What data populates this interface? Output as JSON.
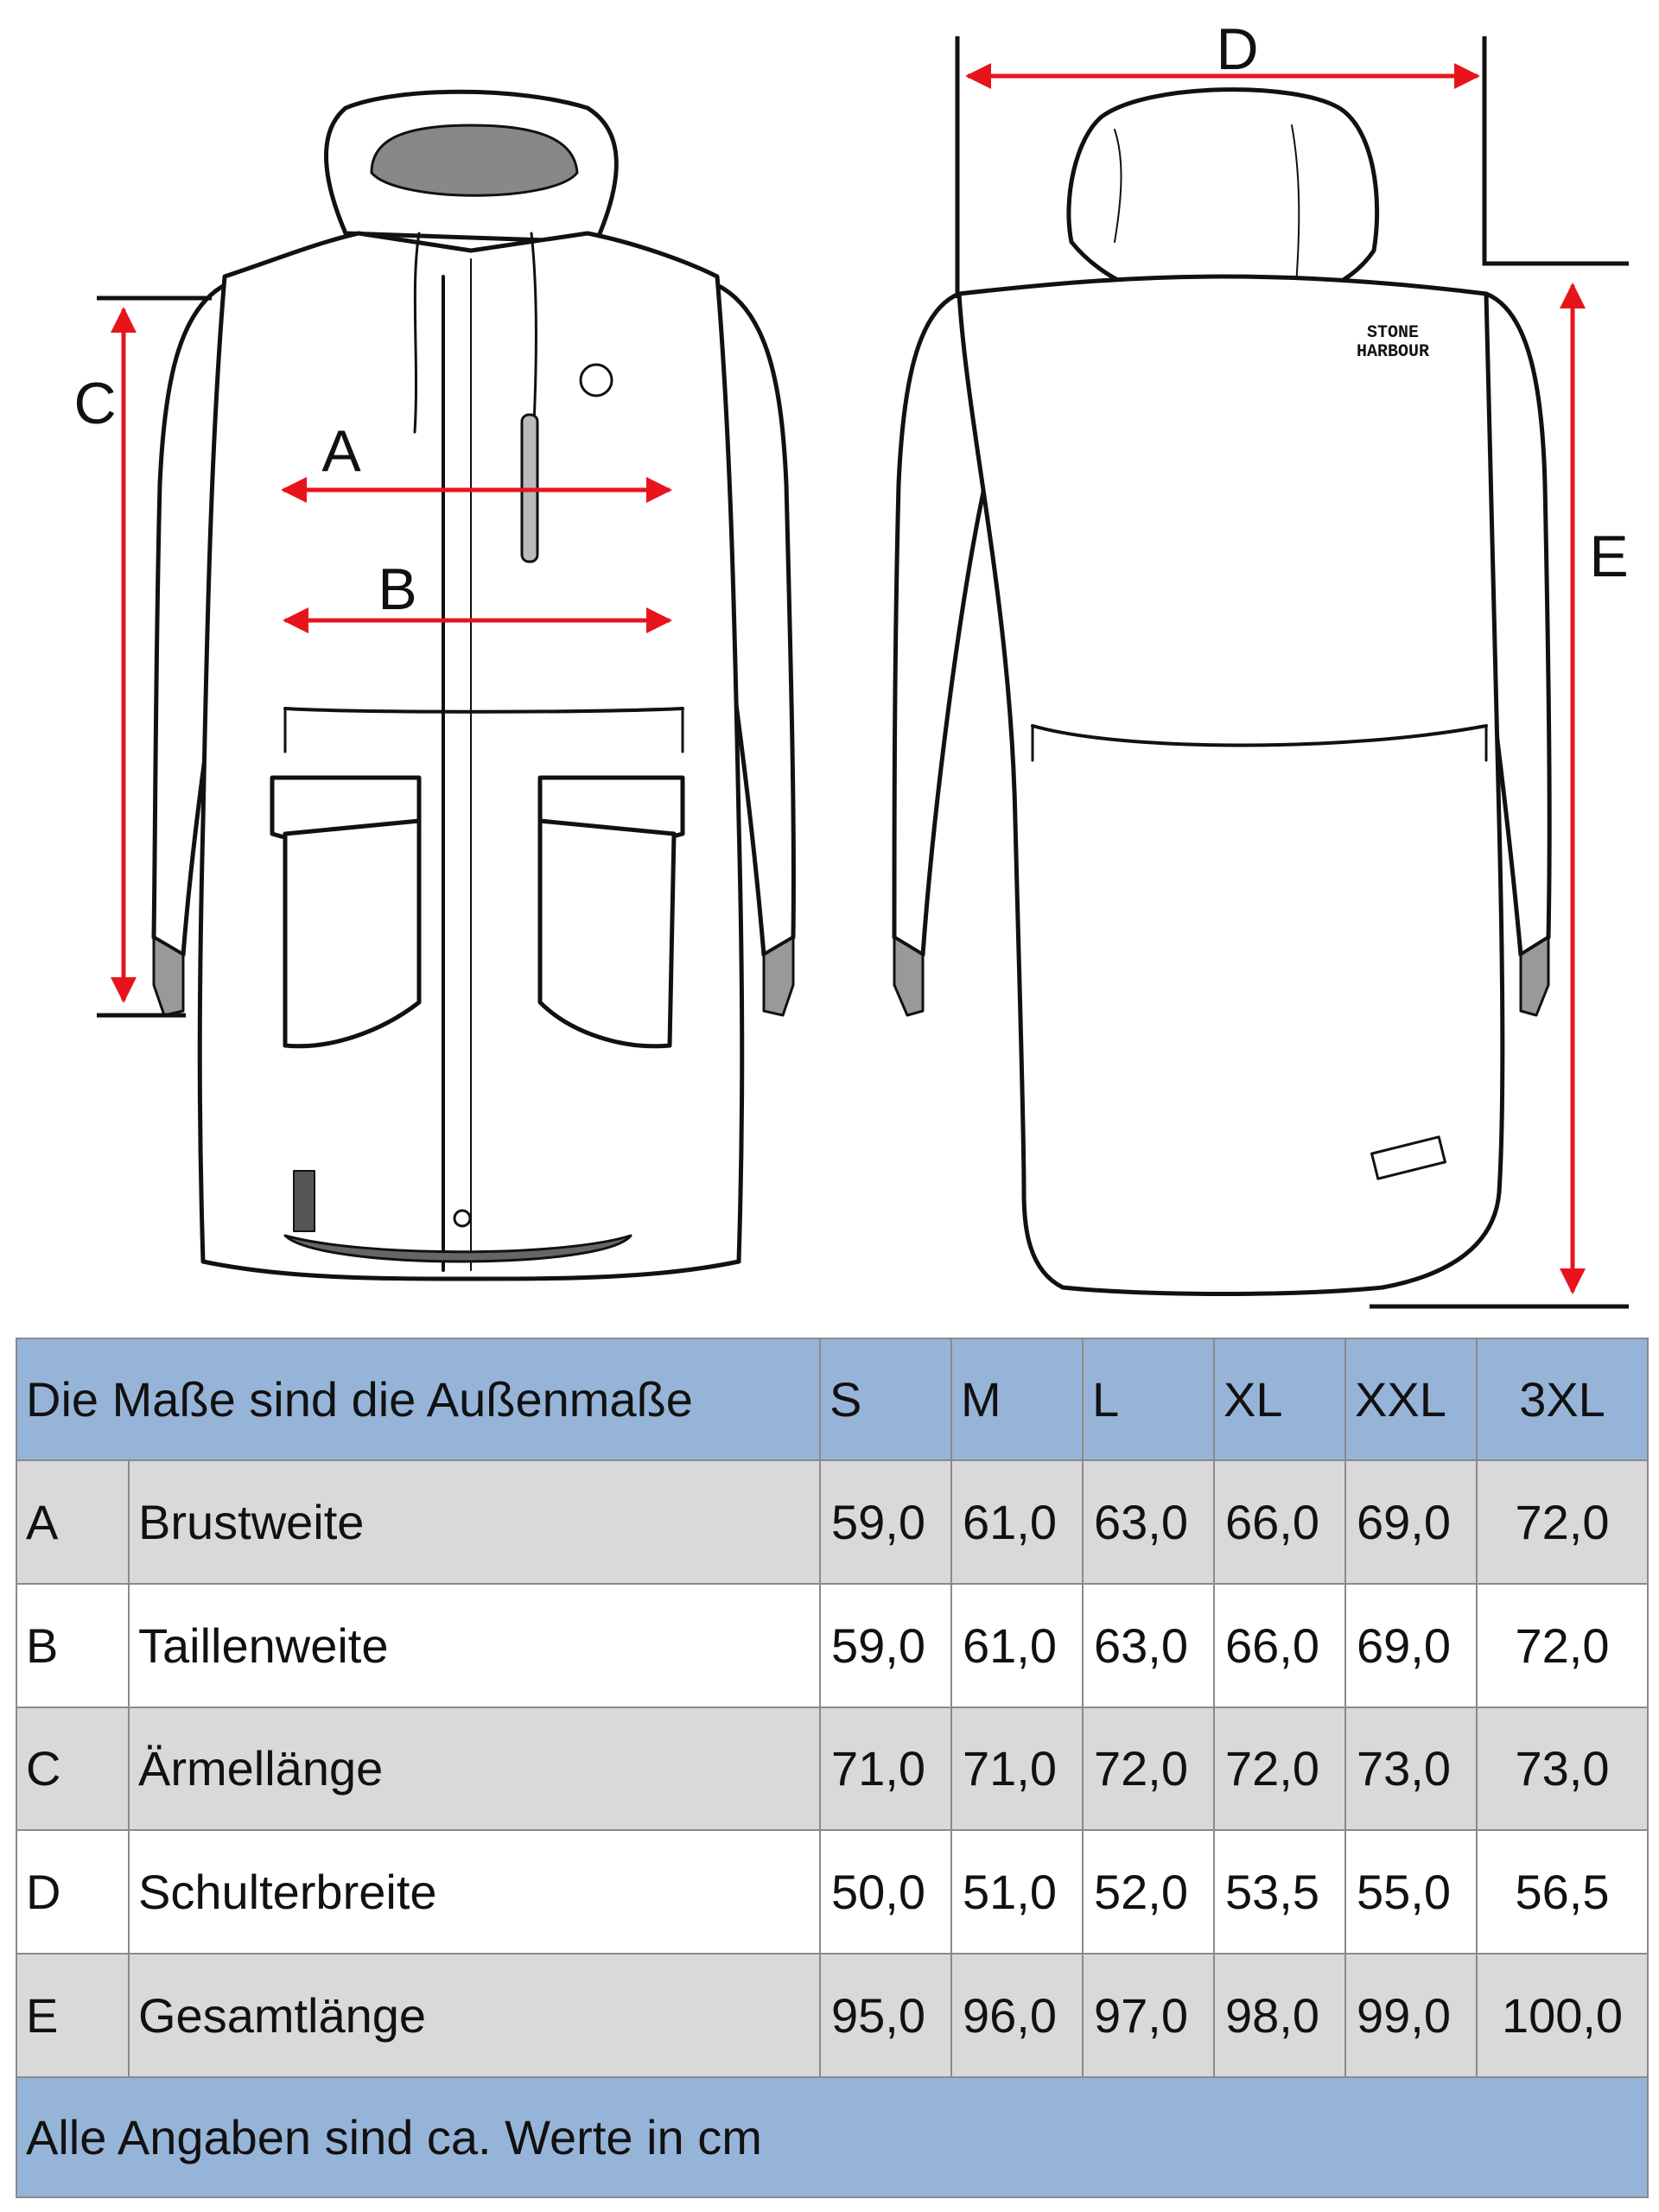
{
  "labels": {
    "a": "A",
    "b": "B",
    "c": "C",
    "d": "D",
    "e": "E"
  },
  "brand": [
    "STONE",
    "HARBOUR"
  ],
  "colors": {
    "arrow": "#e8141c",
    "header": "#96b4d8",
    "row_grey": "#d9d9d9",
    "border": "#8a8a8a"
  },
  "table": {
    "header_title": "Die Maße sind die Außenmaße",
    "sizes": [
      "S",
      "M",
      "L",
      "XL",
      "XXL",
      "3XL"
    ],
    "rows": [
      {
        "key": "A",
        "label": "Brustweite",
        "values": [
          "59,0",
          "61,0",
          "63,0",
          "66,0",
          "69,0",
          "72,0"
        ]
      },
      {
        "key": "B",
        "label": "Taillenweite",
        "values": [
          "59,0",
          "61,0",
          "63,0",
          "66,0",
          "69,0",
          "72,0"
        ]
      },
      {
        "key": "C",
        "label": "Ärmellänge",
        "values": [
          "71,0",
          "71,0",
          "72,0",
          "72,0",
          "73,0",
          "73,0"
        ]
      },
      {
        "key": "D",
        "label": "Schulterbreite",
        "values": [
          "50,0",
          "51,0",
          "52,0",
          "53,5",
          "55,0",
          "56,5"
        ]
      },
      {
        "key": "E",
        "label": "Gesamtlänge",
        "values": [
          "95,0",
          "96,0",
          "97,0",
          "98,0",
          "99,0",
          "100,0"
        ]
      }
    ],
    "footer": "Alle Angaben sind ca. Werte in cm"
  }
}
